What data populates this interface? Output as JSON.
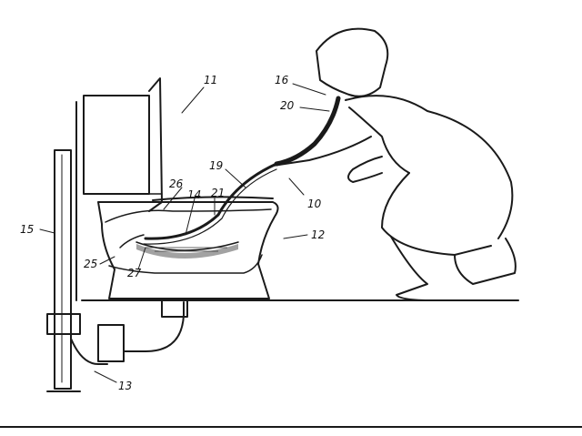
{
  "figure": {
    "ref_labels": [
      "11",
      "16",
      "20",
      "19",
      "10",
      "26",
      "14",
      "21",
      "12",
      "15",
      "25",
      "27",
      "13"
    ],
    "colors": {
      "ink": "#1a1a1a",
      "paper": "#ffffff",
      "water": "#555555"
    }
  }
}
